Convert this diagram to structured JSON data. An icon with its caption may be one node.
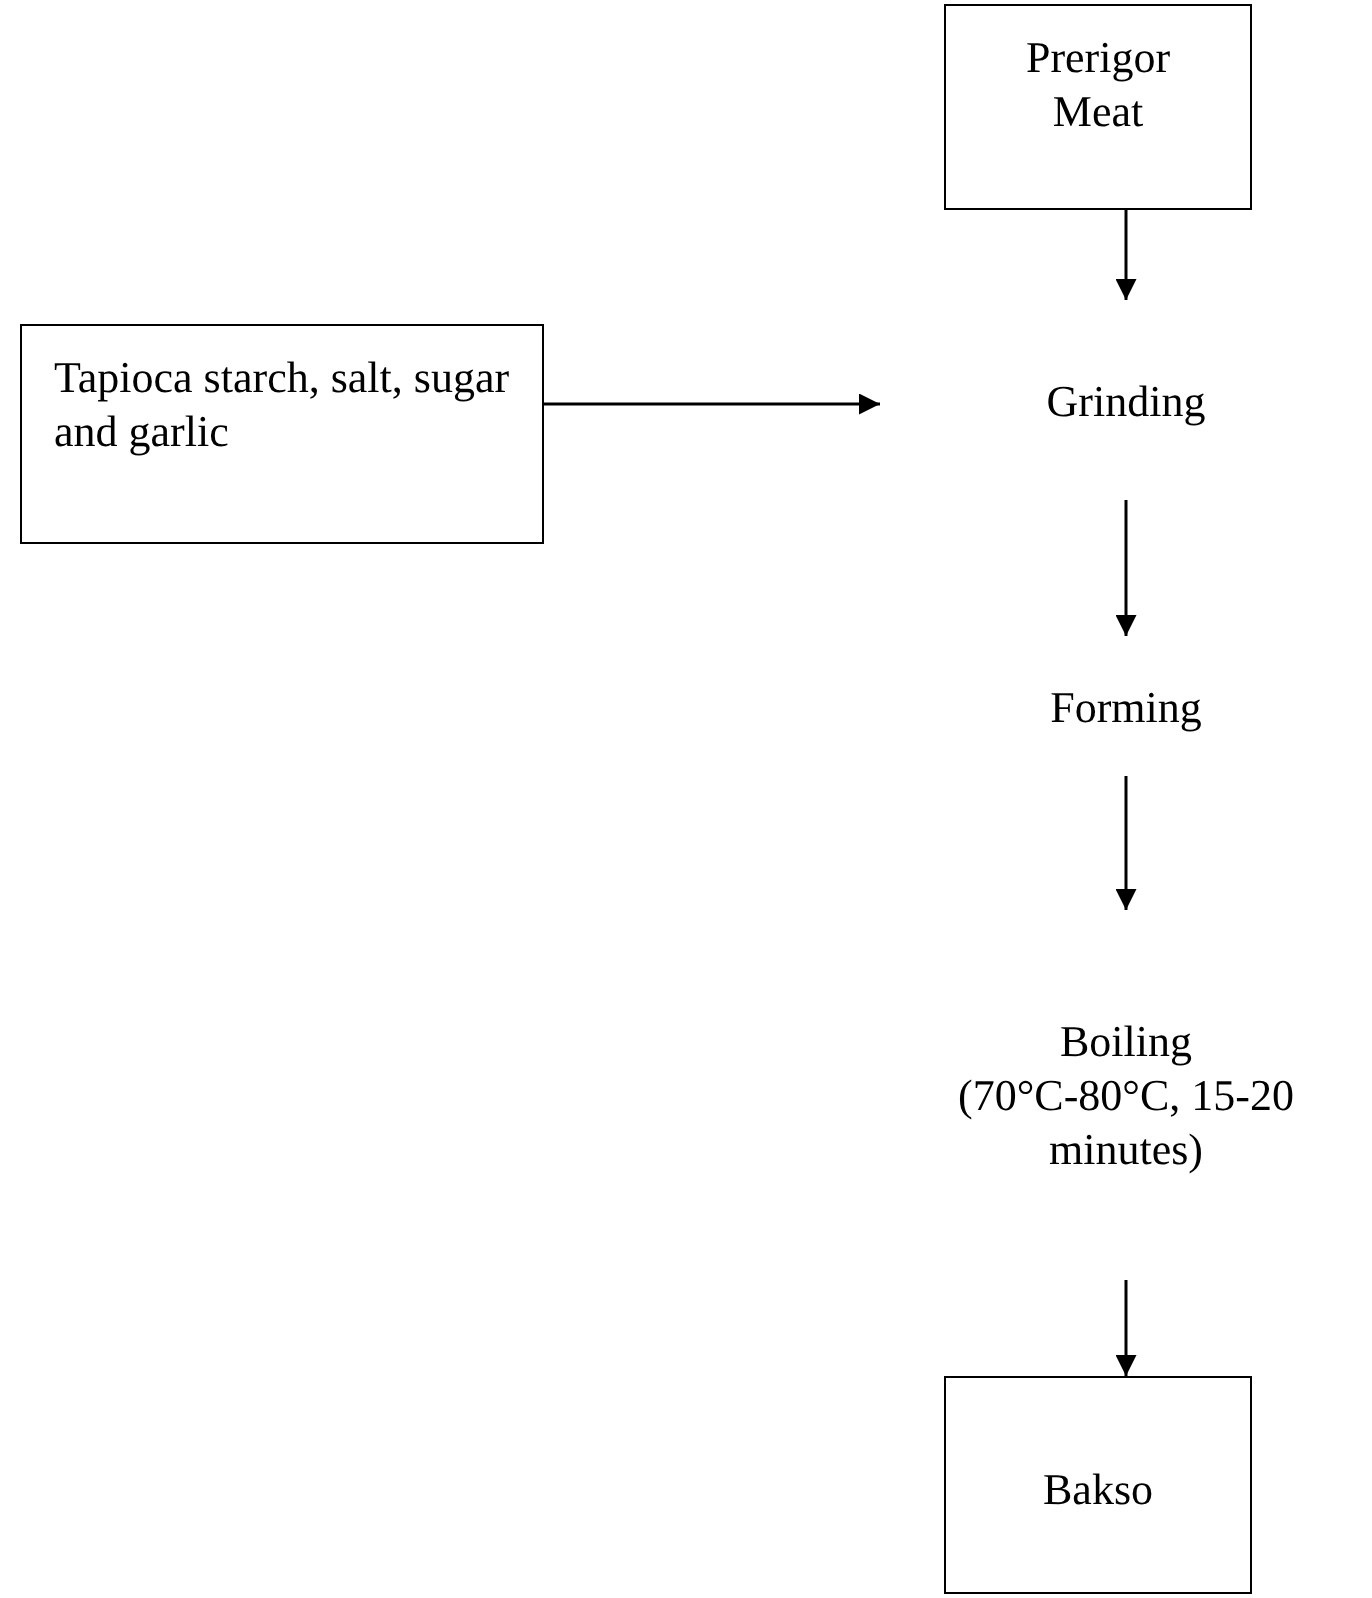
{
  "diagram": {
    "nodes": [
      {
        "text": [
          "Prerigor Meat"
        ]
      },
      {
        "text": [
          "Tapioca starch, salt, sugar and garlic"
        ]
      },
      {
        "text": [
          "Grinding"
        ]
      },
      {
        "text": [
          "Forming"
        ]
      },
      {
        "text": [
          "Boiling",
          "(70°C-80°C, 15-20 minutes)"
        ]
      },
      {
        "text": [
          "Bakso"
        ]
      }
    ],
    "edges": [
      {
        "from": 0,
        "to": 2,
        "arrow": "to"
      },
      {
        "from": 1,
        "to": 2,
        "arrow": "to"
      },
      {
        "from": 2,
        "to": 3,
        "arrow": "to"
      },
      {
        "from": 3,
        "to": 4,
        "arrow": "to"
      },
      {
        "from": 4,
        "to": 5,
        "arrow": "to"
      }
    ]
  }
}
